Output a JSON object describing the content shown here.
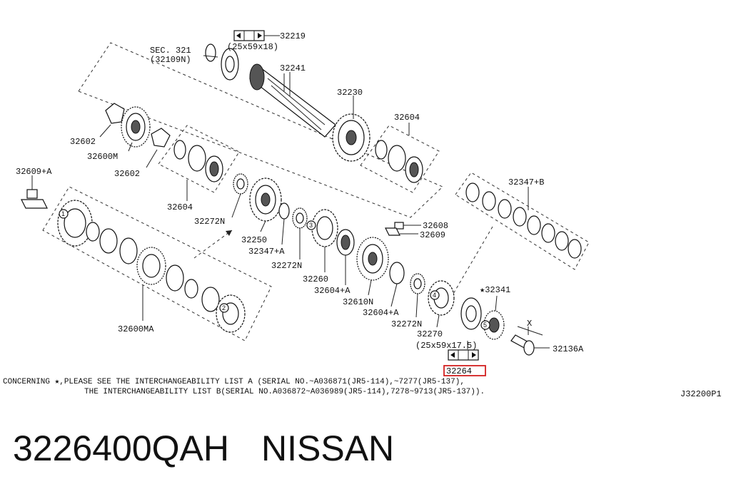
{
  "diagram": {
    "labels": {
      "l32219": "32219",
      "l25x59x18": "(25x59x18)",
      "lsec321": "SEC. 321",
      "l32109n": "(32109N)",
      "l32241": "32241",
      "l32230": "32230",
      "l32604_top": "32604",
      "l32602_a": "32602",
      "l32600m": "32600M",
      "l32602_b": "32602",
      "l32609a": "32609+A",
      "l32604_mid": "32604",
      "l32272n_a": "32272N",
      "l32250": "32250",
      "l32347a": "32347+A",
      "l32272n_b": "32272N",
      "l32260": "32260",
      "l32604a_a": "32604+A",
      "l32610n": "32610N",
      "l32604a_b": "32604+A",
      "l32272n_c": "32272N",
      "l32270": "32270",
      "l25x59x175": "(25x59x17.5)",
      "l32264": "32264",
      "l32608": "32608",
      "l32609": "32609",
      "l32347b": "32347+B",
      "l32341": "★32341",
      "l32136a": "32136A",
      "lx": "X",
      "l32600ma": "32600MA",
      "ref": "J32200P1"
    },
    "circle_numbers": [
      "1",
      "2",
      "3",
      "4",
      "5"
    ],
    "note_line1": "CONCERNING ★,PLEASE SEE THE INTERCHANGEABILITY LIST A (SERIAL NO.~A036871(JR5-114),~7277(JR5-137),",
    "note_line2": "THE INTERCHANGEABILITY LIST B(SERIAL NO.A036872~A036989(JR5-114),7278~9713(JR5-137))."
  },
  "caption": {
    "part_number": "3226400QAH",
    "brand": "NISSAN"
  },
  "colors": {
    "highlight": "#d32020",
    "ink": "#111111",
    "background": "#ffffff"
  }
}
